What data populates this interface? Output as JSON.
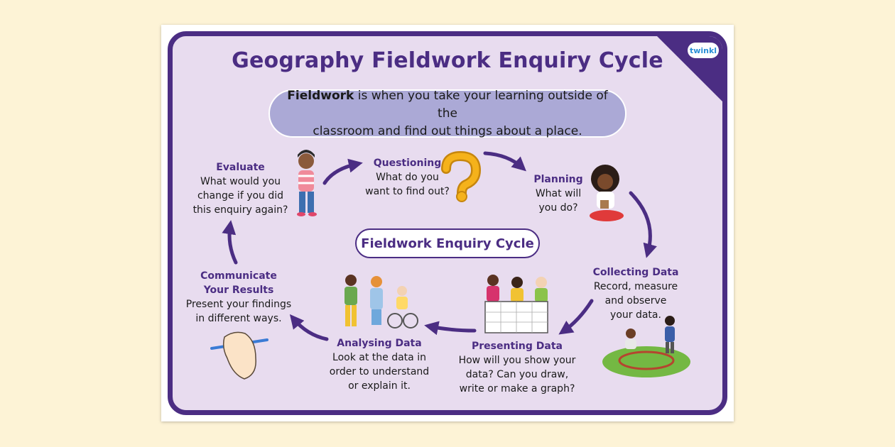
{
  "brand": "twinkl",
  "title": "Geography Fieldwork Enquiry Cycle",
  "definition": {
    "bold": "Fieldwork",
    "line1_rest": " is when you take your learning outside of the",
    "line2": "classroom and find out things about a place."
  },
  "center_label": "Fieldwork Enquiry Cycle",
  "steps": [
    {
      "heading": "Questioning",
      "lines": [
        "What do you",
        "want to find out?"
      ]
    },
    {
      "heading": "Planning",
      "lines": [
        "What will",
        "you do?"
      ]
    },
    {
      "heading": "Collecting Data",
      "lines": [
        "Record, measure",
        "and observe",
        "your data."
      ]
    },
    {
      "heading": "Presenting Data",
      "lines": [
        "How will you show your",
        "data? Can you draw,",
        "write or make a graph?"
      ]
    },
    {
      "heading": "Analysing Data",
      "lines": [
        "Look at the data in",
        "order to understand",
        "or explain it."
      ]
    },
    {
      "heading": "Communicate",
      "heading2": "Your Results",
      "lines": [
        "Present your findings",
        "in different ways."
      ]
    },
    {
      "heading": "Evaluate",
      "lines": [
        "What would you",
        "change if you did",
        "this enquiry again?"
      ]
    }
  ],
  "colors": {
    "frame": "#4b2d83",
    "panel": "#e8dcef",
    "definition_box": "#aba9d6",
    "background": "#fdf3d6",
    "question_mark": "#f5b21b",
    "grass": "#74b843"
  }
}
